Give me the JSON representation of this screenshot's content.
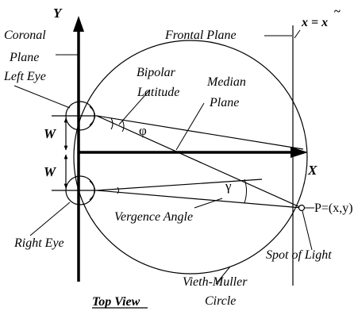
{
  "labels": {
    "y_axis": "Y",
    "x_axis": "X",
    "coronal_plane_1": "Coronal",
    "coronal_plane_2": "Plane",
    "left_eye": "Left Eye",
    "right_eye": "Right Eye",
    "frontal_plane": "Frontal Plane",
    "x_eq": "x = x",
    "x_tilde": "~",
    "bipolar_latitude_1": "Bipolar",
    "bipolar_latitude_2": "Latitude",
    "median_plane_1": "Median",
    "median_plane_2": "Plane",
    "phi": "φ",
    "gamma": "γ",
    "w_top": "W",
    "w_bottom": "W",
    "point": "P=(x,y)",
    "vergence_angle": "Vergence Angle",
    "spot_of_light": "Spot of Light",
    "vieth_muller_1": "Vieth-Muller",
    "vieth_muller_2": "Circle",
    "top_view": "Top View"
  }
}
